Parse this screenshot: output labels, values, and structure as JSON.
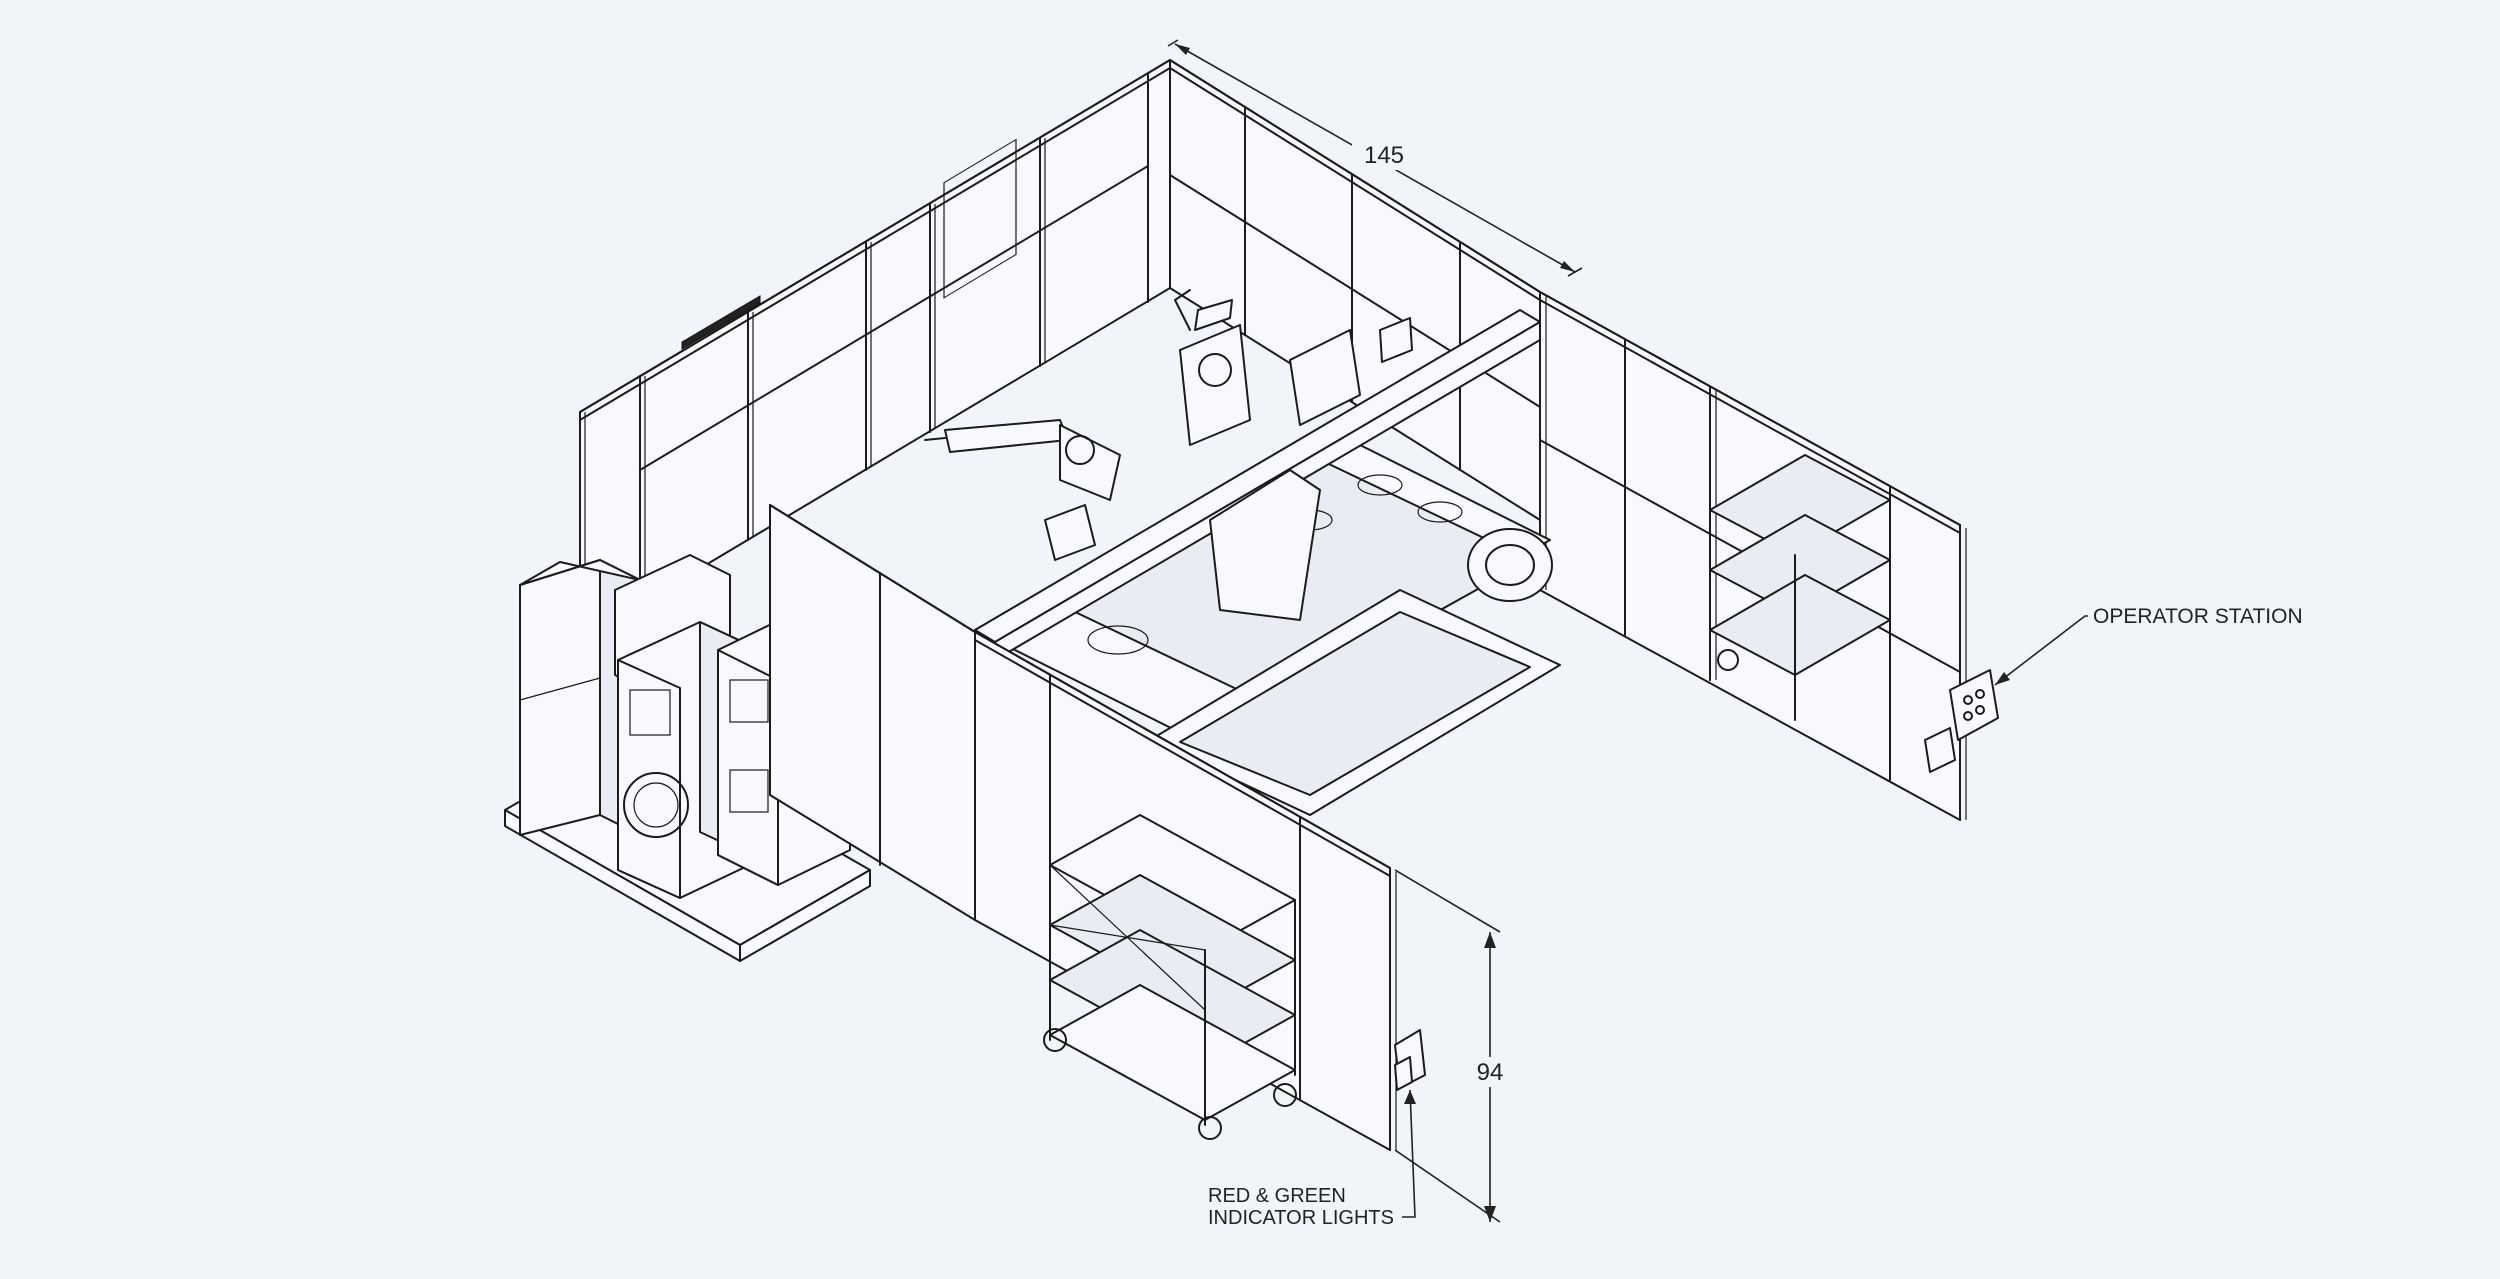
{
  "drawing": {
    "dimensions": {
      "length": "145",
      "height": "94"
    },
    "callouts": {
      "operator_station": "OPERATOR STATION",
      "indicator_lights_line1": "RED & GREEN",
      "indicator_lights_line2": "INDICATOR LIGHTS"
    }
  },
  "colors": {
    "background": "#f1f5fa",
    "linework": "#1b1b1b"
  }
}
